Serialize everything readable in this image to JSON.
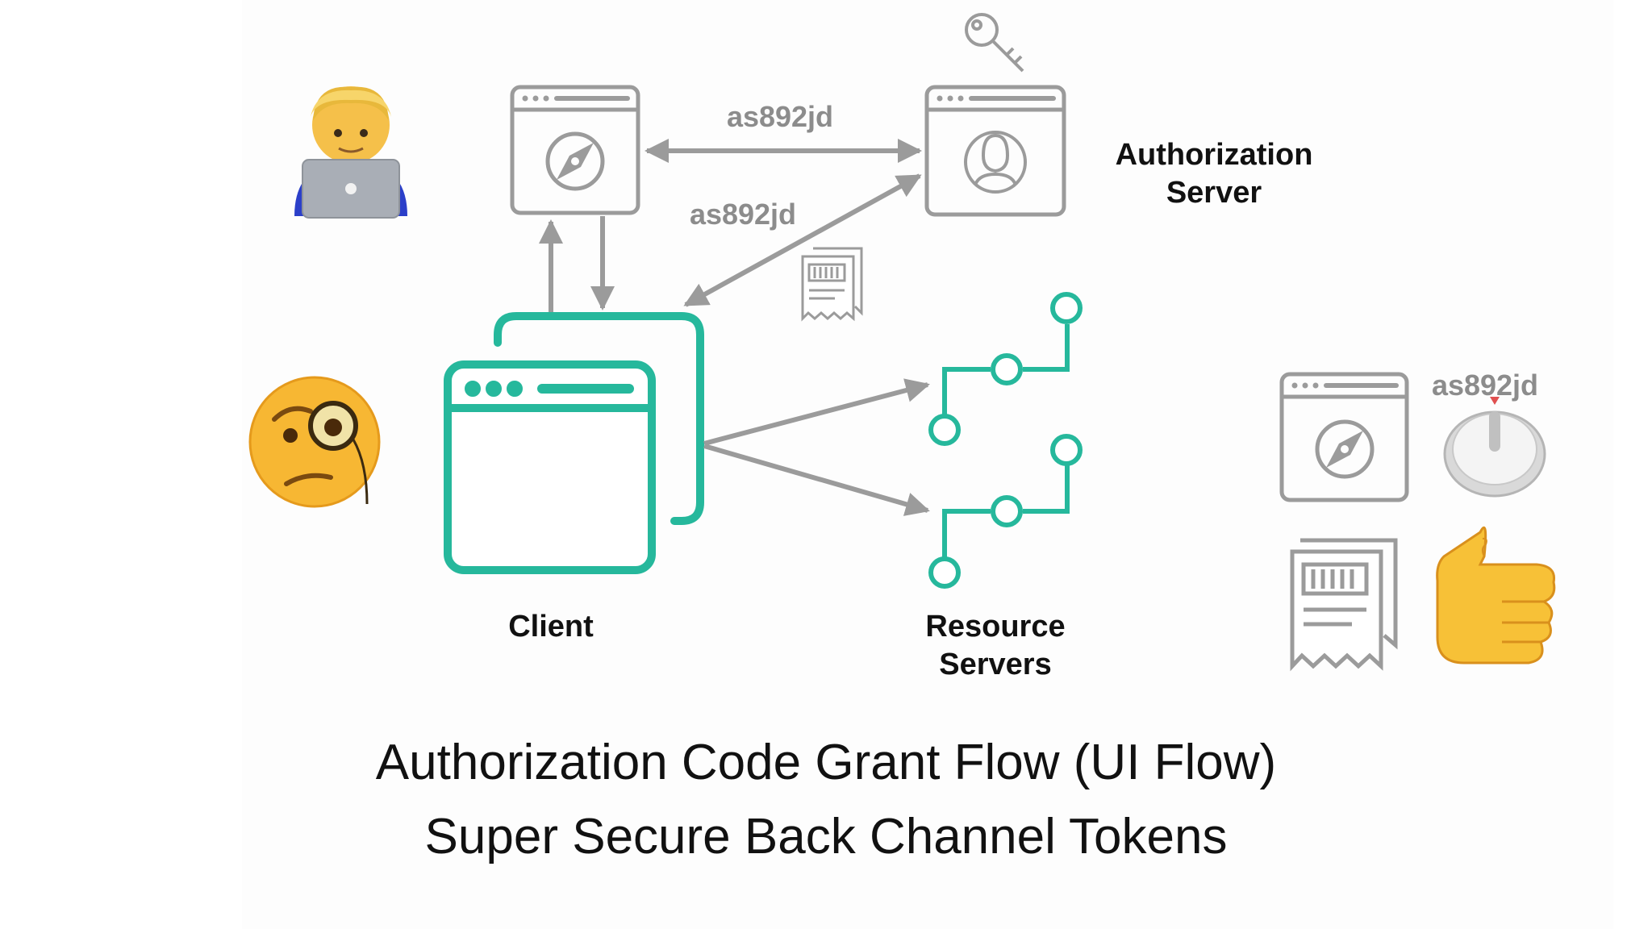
{
  "labels": {
    "authorization_server_line1": "Authorization",
    "authorization_server_line2": "Server",
    "client": "Client",
    "resource_servers_line1": "Resource",
    "resource_servers_line2": "Servers"
  },
  "codes": {
    "front_channel": "as892jd",
    "back_channel": "as892jd",
    "stored": "as892jd"
  },
  "title": {
    "line1": "Authorization Code Grant Flow (UI Flow)",
    "line2": "Super Secure Back Channel Tokens"
  },
  "colors": {
    "gray": "#9b9b9b",
    "teal": "#26b89c",
    "text": "#111111",
    "code_text": "#8c8c8c"
  },
  "icons": {
    "user": "person-with-laptop-icon",
    "monocle": "face-with-monocle-icon",
    "key": "key-icon",
    "browser": "browser-compass-icon",
    "auth_server": "browser-user-icon",
    "client": "client-app-windows-icon",
    "resource": "circuit-nodes-icon",
    "receipt": "receipt-token-icon",
    "timer": "timer-icon",
    "thumbs_up": "thumbs-up-icon"
  }
}
